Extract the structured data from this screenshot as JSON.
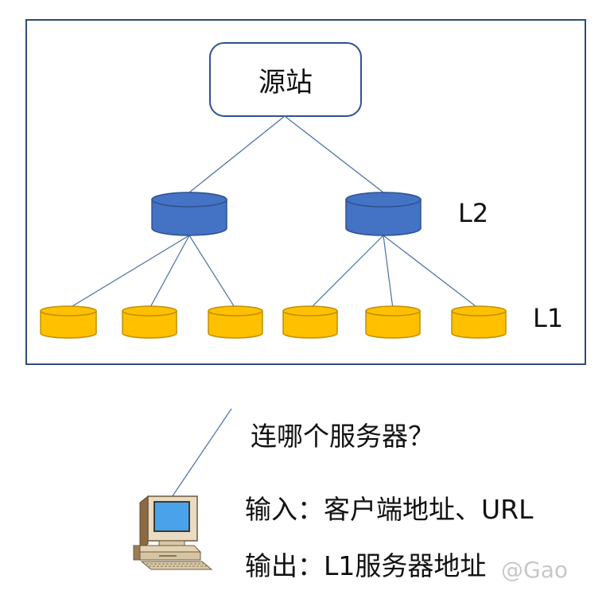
{
  "origin": {
    "label": "源站"
  },
  "tiers": {
    "l2": "L2",
    "l1": "L1"
  },
  "client": {
    "question": "连哪个服务器？",
    "input": "输入：客户端地址、URL",
    "output": "输出：L1服务器地址"
  },
  "watermark": "@Gao",
  "colors": {
    "frame": "#2f4d7a",
    "link": "#4a6fa5",
    "l2_fill": "#4472c4",
    "l2_stroke": "#2f528f",
    "l1_fill": "#ffc000",
    "l1_stroke": "#bf9000"
  }
}
